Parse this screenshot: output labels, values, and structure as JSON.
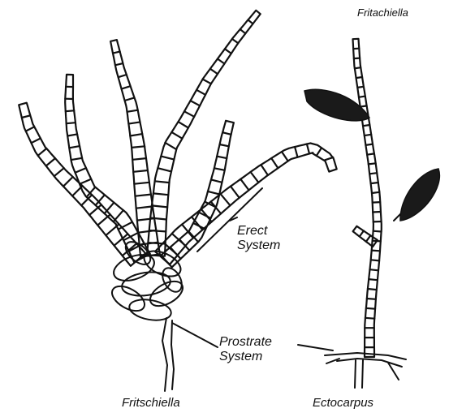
{
  "labels": {
    "top_right": "Fritachiella",
    "erect_line1": "Erect",
    "erect_line2": "System",
    "prostrate_line1": "Prostrate",
    "prostrate_line2": "System",
    "left_name": "Fritschiella",
    "right_name": "Ectocarpus"
  },
  "colors": {
    "ink": "#111111",
    "background": "#ffffff",
    "sporangium": "#1a1a1a"
  }
}
